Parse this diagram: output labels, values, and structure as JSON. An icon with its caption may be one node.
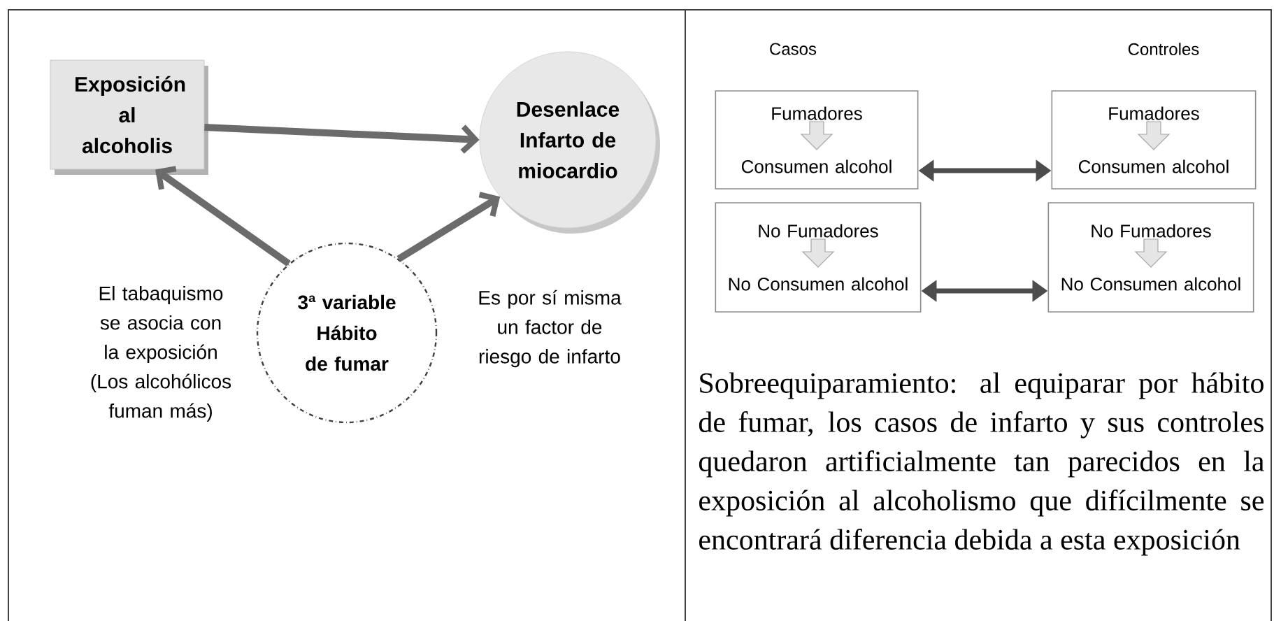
{
  "diagram": {
    "nodes": [
      {
        "text": [
          "Exposición al alcoholis"
        ]
      },
      {
        "text": [
          "Desenlace Infarto de miocardio"
        ]
      },
      {
        "text": [
          "3ª variable Hábito de fumar"
        ]
      },
      {
        "text": [
          "Fumadores",
          "Consumen alcohol"
        ]
      },
      {
        "text": [
          "Fumadores",
          "Consumen alcohol"
        ]
      },
      {
        "text": [
          "No Fumadores",
          "No Consumen alcohol"
        ]
      },
      {
        "text": [
          "No Fumadores",
          "No Consumen alcohol"
        ]
      }
    ],
    "edges": [
      {
        "from": 0,
        "to": 1,
        "arrow": "to"
      },
      {
        "from": 2,
        "to": 0,
        "arrow": "to"
      },
      {
        "from": 2,
        "to": 1,
        "arrow": "to"
      },
      {
        "from": 3,
        "to": 4,
        "arrow": "both"
      },
      {
        "from": 5,
        "to": 6,
        "arrow": "both"
      }
    ],
    "labels": [
      "El tabaquismo se asocia con la exposición (Los alcohólicos fuman más)",
      "Es por sí misma un factor de riesgo de infarto",
      "Casos",
      "Controles",
      "Sobreequiparamiento: al equiparar por hábito de fumar, los casos de infarto y sus controles quedaron artificialmente tan parecidos en la exposición al alcoholismo que difícilmente se encontrará diferencia debida a esta exposición"
    ]
  }
}
